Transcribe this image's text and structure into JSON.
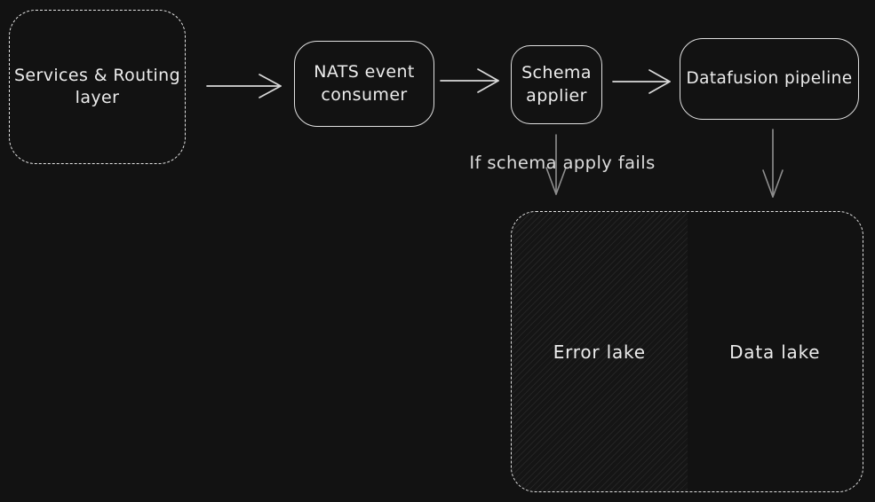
{
  "diagram": {
    "background_color": "#121212",
    "stroke_color": "#e3e3e3",
    "vertical_arrow_color": "#8f8f8f",
    "nodes": {
      "services": {
        "label": "Services & Routing\nlayer",
        "shape": "dashed-rounded-rect"
      },
      "nats": {
        "label": "NATS event\nconsumer",
        "shape": "rounded-rect"
      },
      "schema": {
        "label": "Schema\napplier",
        "shape": "rounded-rect"
      },
      "datafusion": {
        "label": "Datafusion pipeline",
        "shape": "rounded-rect"
      },
      "error_lake": {
        "label": "Error lake",
        "fill": "diagonal-hatch"
      },
      "data_lake": {
        "label": "Data lake",
        "fill": "none"
      }
    },
    "edges": [
      {
        "from": "services",
        "to": "nats",
        "label": ""
      },
      {
        "from": "nats",
        "to": "schema",
        "label": ""
      },
      {
        "from": "schema",
        "to": "datafusion",
        "label": ""
      },
      {
        "from": "schema",
        "to": "error_lake",
        "label": "If schema apply fails"
      },
      {
        "from": "datafusion",
        "to": "data_lake",
        "label": ""
      }
    ],
    "annotations": {
      "schema_fail_label": "If schema apply fails"
    }
  }
}
